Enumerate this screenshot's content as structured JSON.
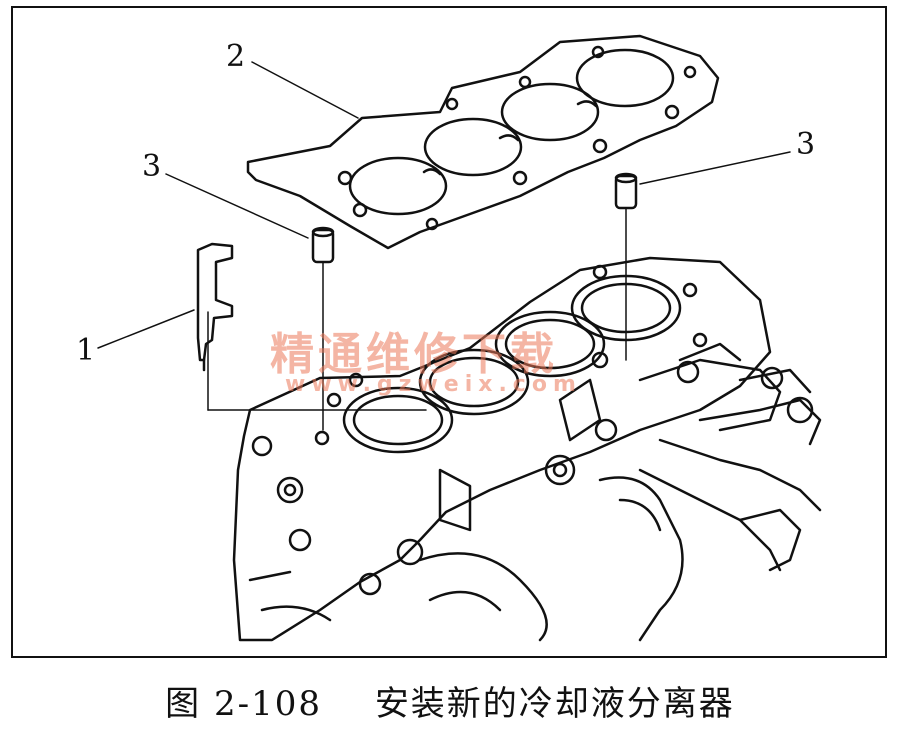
{
  "callouts": {
    "item1": "1",
    "item2": "2",
    "item3_left": "3",
    "item3_right": "3"
  },
  "watermark": {
    "text": "精通维修下载",
    "url": "www.gzweix.com"
  },
  "caption": {
    "figure_number": "图 2-108",
    "title": "安装新的冷却液分离器"
  }
}
